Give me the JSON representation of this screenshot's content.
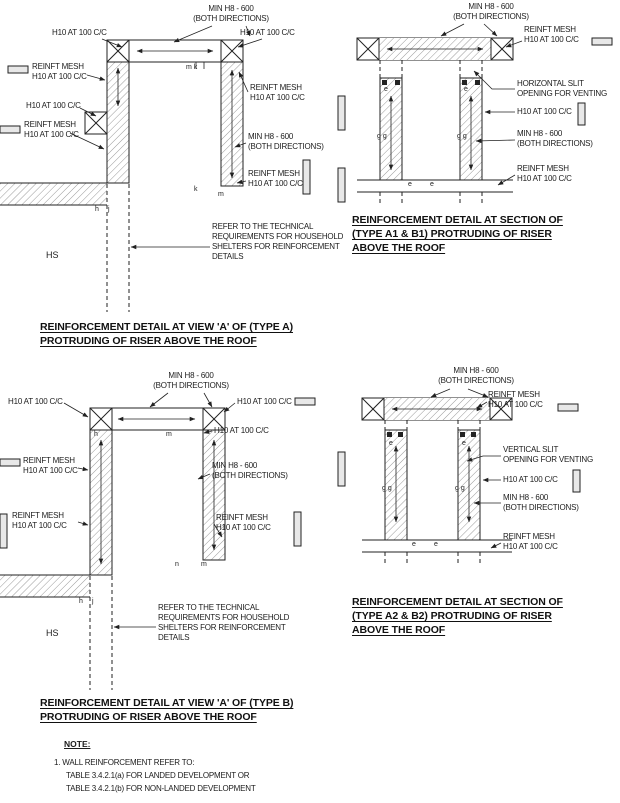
{
  "labels": {
    "h10": "H10 AT 100 C/C",
    "reinft_mesh": "REINFT MESH",
    "min_h8": "MIN H8 - 600",
    "both_directions": "(BOTH DIRECTIONS)",
    "hs": "HS",
    "refer": {
      "l1": "REFER TO THE TECHNICAL",
      "l2": "REQUIREMENTS FOR HOUSEHOLD",
      "l3": "SHELTERS FOR REINFORCEMENT",
      "l4": "DETAILS"
    },
    "horizontal_slit": {
      "l1": "HORIZONTAL SLIT",
      "l2": "OPENING FOR VENTING"
    },
    "vertical_slit": {
      "l1": "VERTICAL SLIT",
      "l2": "OPENING FOR VENTING"
    }
  },
  "titles": {
    "type_a": {
      "l1": "REINFORCEMENT DETAIL AT VIEW 'A' OF (TYPE A)",
      "l2": "PROTRUDING OF RISER ABOVE THE ROOF"
    },
    "a1_b1": {
      "l1": "REINFORCEMENT DETAIL AT SECTION OF",
      "l2": "(TYPE A1 & B1) PROTRUDING OF RISER",
      "l3": "ABOVE THE ROOF"
    },
    "type_b": {
      "l1": "REINFORCEMENT DETAIL AT VIEW 'A' OF (TYPE B)",
      "l2": "PROTRUDING OF RISER ABOVE THE ROOF"
    },
    "a2_b2": {
      "l1": "REINFORCEMENT DETAIL AT SECTION OF",
      "l2": "(TYPE A2 & B2) PROTRUDING OF RISER",
      "l3": "ABOVE THE ROOF"
    }
  },
  "note": {
    "heading": "NOTE:",
    "item1": "1. WALL REINFORCEMENT REFER TO:",
    "item1a": "TABLE 3.4.2.1(a) FOR LANDED DEVELOPMENT OR",
    "item1b": "TABLE 3.4.2.1(b) FOR NON-LANDED DEVELOPMENT"
  },
  "marks": {
    "m": "m",
    "k": "k",
    "h": "h",
    "j": "j",
    "n": "n",
    "e": "e",
    "g": "g",
    "mk": "m k",
    "gg": "g g"
  }
}
